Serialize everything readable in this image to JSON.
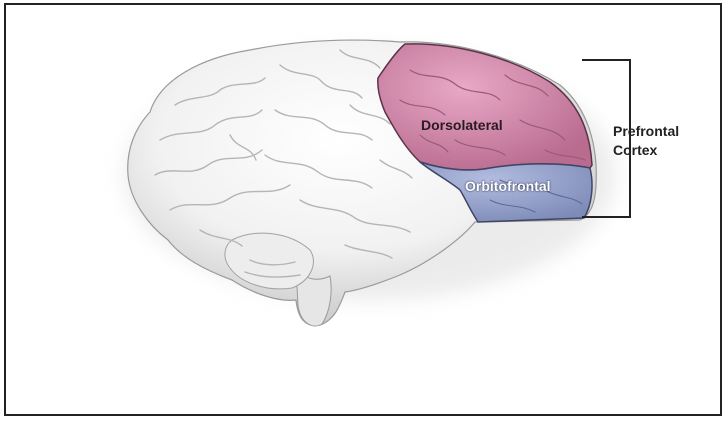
{
  "diagram": {
    "regions": [
      {
        "name": "Dorsolateral",
        "color": "#d98bb0"
      },
      {
        "name": "Orbitofrontal",
        "color": "#9aa8cf"
      }
    ],
    "bracket_label_line1": "Prefrontal",
    "bracket_label_line2": "Cortex"
  }
}
